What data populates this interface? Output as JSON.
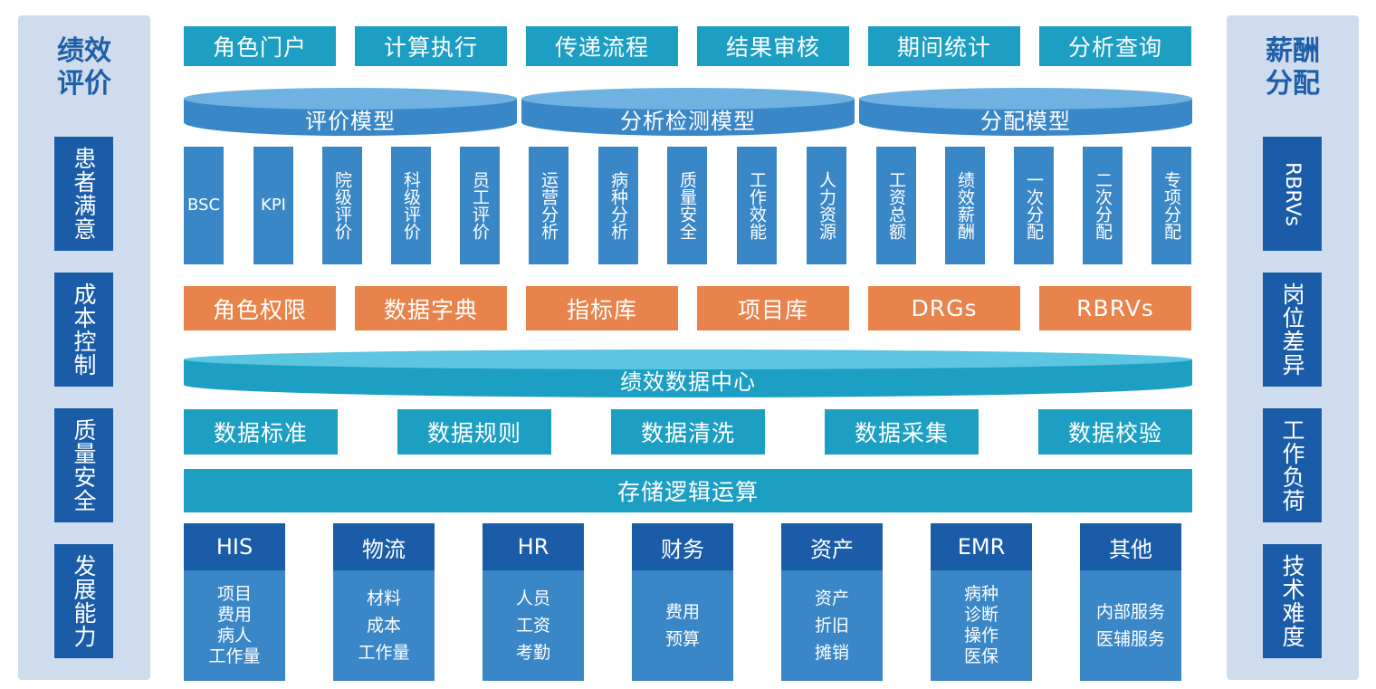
{
  "left_panel": {
    "title": "绩效评价",
    "items": [
      "患者满意",
      "成本控制",
      "质量安全",
      "发展能力"
    ]
  },
  "right_panel": {
    "title": "薪酬分配",
    "items": [
      "RBRVs",
      "岗位差异",
      "工作负荷",
      "技术难度"
    ]
  },
  "top_nav": [
    "角色门户",
    "计算执行",
    "传递流程",
    "结果审核",
    "期间统计",
    "分析查询"
  ],
  "models": [
    "评价模型",
    "分析检测模型",
    "分配模型"
  ],
  "pillars": [
    "BSC",
    "KPI",
    "院级评价",
    "科级评价",
    "员工评价",
    "运营分析",
    "病种分析",
    "质量安全",
    "工作效能",
    "人力资源",
    "工资总额",
    "绩效薪酬",
    "一次分配",
    "二次分配",
    "专项分配"
  ],
  "libraries": [
    "角色权限",
    "数据字典",
    "指标库",
    "项目库",
    "DRGs",
    "RBRVs"
  ],
  "data_center": "绩效数据中心",
  "data_processes": [
    "数据标准",
    "数据规则",
    "数据清洗",
    "数据采集",
    "数据校验"
  ],
  "storage": "存储逻辑运算",
  "sources": [
    {
      "name": "HIS",
      "items": [
        "项目",
        "费用",
        "病人",
        "工作量"
      ]
    },
    {
      "name": "物流",
      "items": [
        "材料",
        "成本",
        "工作量"
      ]
    },
    {
      "name": "HR",
      "items": [
        "人员",
        "工资",
        "考勤"
      ]
    },
    {
      "name": "财务",
      "items": [
        "费用",
        "预算"
      ]
    },
    {
      "name": "资产",
      "items": [
        "资产",
        "折旧",
        "摊销"
      ]
    },
    {
      "name": "EMR",
      "items": [
        "病种",
        "诊断",
        "操作",
        "医保"
      ]
    },
    {
      "name": "其他",
      "items": [
        "内部服务",
        "医辅服务"
      ]
    }
  ],
  "colors": {
    "dark_blue": "#1a5ca8",
    "mid_blue": "#3a87c8",
    "teal": "#1d9fc4",
    "orange": "#e9834c",
    "panel": "#cfdcee"
  }
}
